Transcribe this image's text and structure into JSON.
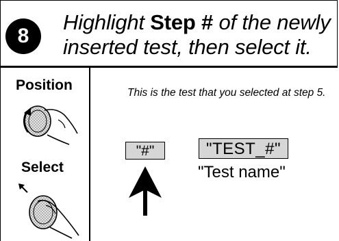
{
  "header": {
    "step_number": "8",
    "instruction_prefix": "Highlight ",
    "instruction_emphasis": "Step #",
    "instruction_line1_suffix": " of the newly",
    "instruction_line2": "inserted test, then select it."
  },
  "controls": {
    "position_label": "Position",
    "select_label": "Select"
  },
  "main": {
    "note": "This is the test that you selected at step 5.",
    "step_field": "\"#\"",
    "test_field": "\"TEST_#\"",
    "test_name": "\"Test name\""
  },
  "icons": {
    "rotate_knob": "rotate-knob-icon",
    "press_knob": "press-knob-icon",
    "pointer_arrow": "up-arrow-icon"
  }
}
